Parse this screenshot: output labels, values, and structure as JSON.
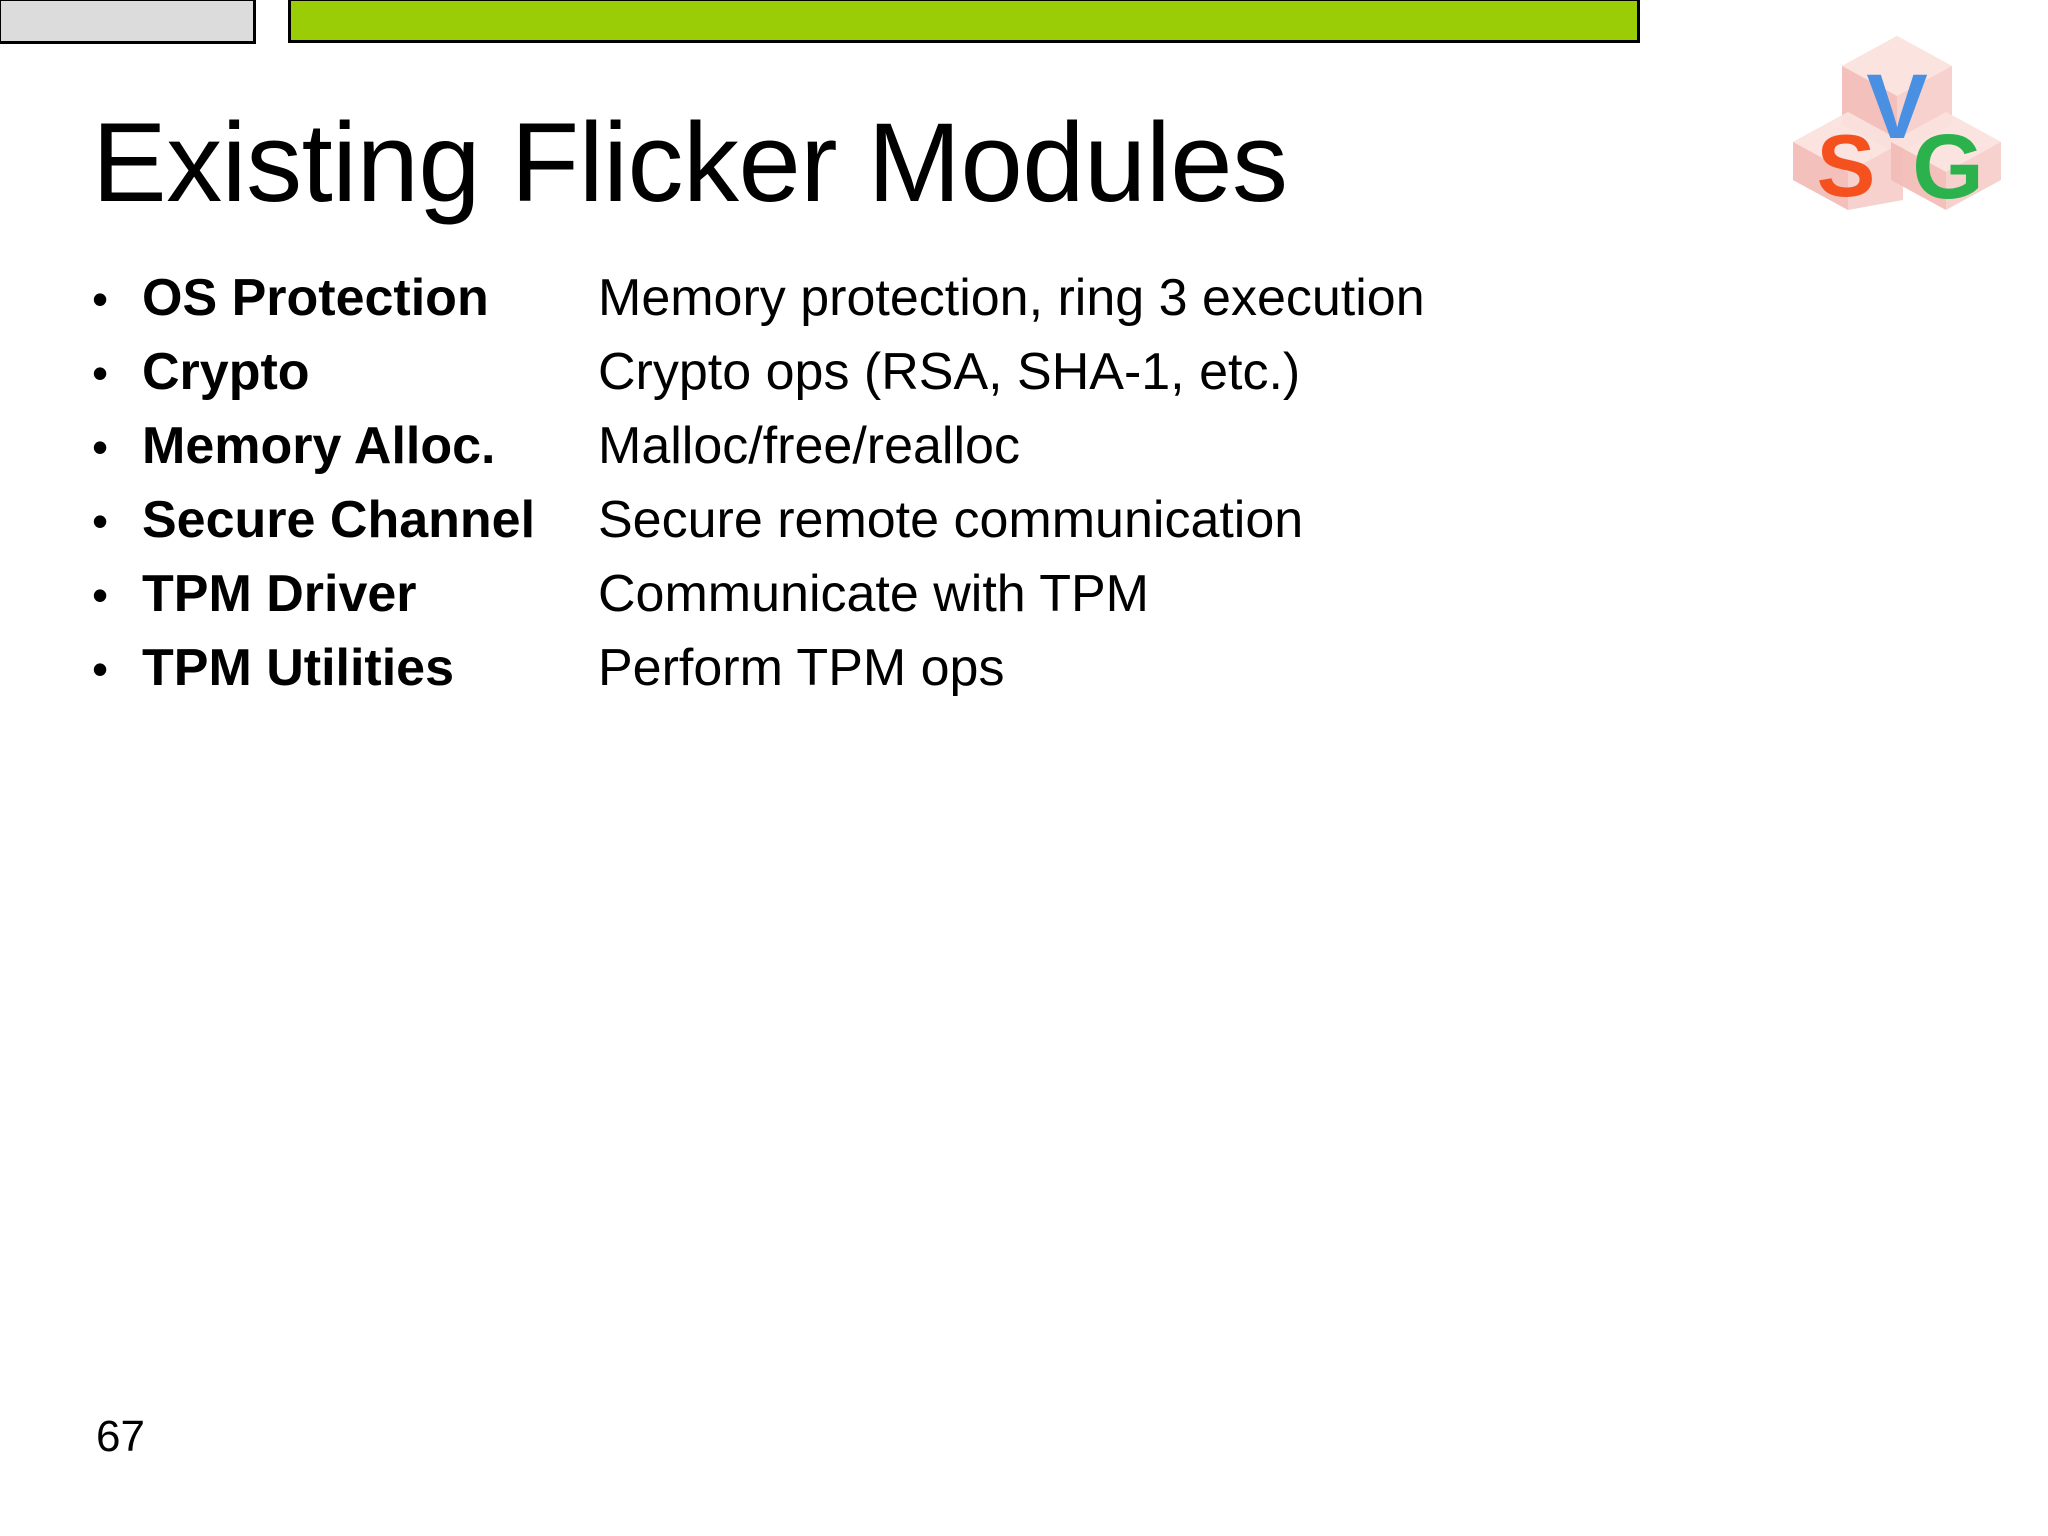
{
  "slide": {
    "title": "Existing Flicker Modules",
    "number": "67",
    "bullet_glyph": "•",
    "colors": {
      "accent_green": "#9ACD05",
      "grey_box": "#dcdcdc",
      "border": "#000000",
      "text": "#000000",
      "logo_cube": "#f6c8c6",
      "logo_v": "#4a90e2",
      "logo_s": "#f4511e",
      "logo_g": "#2bb24c"
    },
    "logo": {
      "letters": [
        "V",
        "S",
        "G"
      ]
    },
    "modules": [
      {
        "term": "OS Protection",
        "desc": "Memory protection, ring 3 execution"
      },
      {
        "term": "Crypto",
        "desc": "Crypto ops (RSA, SHA-1, etc.)"
      },
      {
        "term": "Memory Alloc.",
        "desc": "Malloc/free/realloc"
      },
      {
        "term": "Secure Channel",
        "desc": "Secure remote communication"
      },
      {
        "term": "TPM Driver",
        "desc": "Communicate with TPM"
      },
      {
        "term": "TPM Utilities",
        "desc": "Perform TPM ops"
      }
    ]
  }
}
